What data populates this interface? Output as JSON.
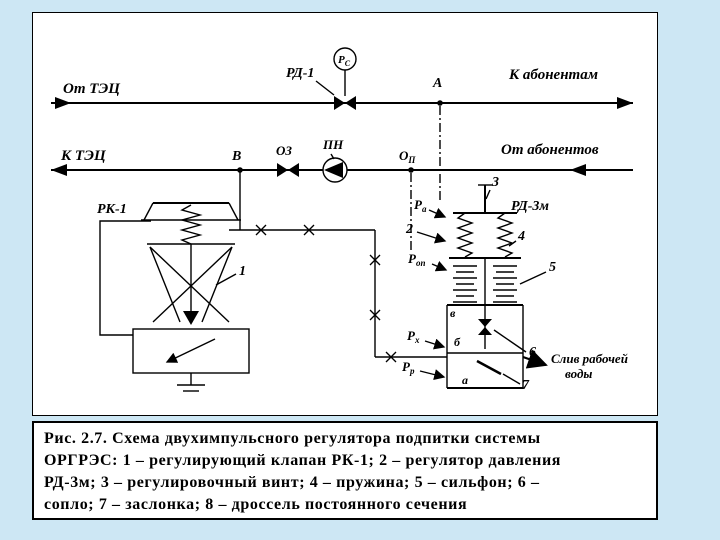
{
  "colors": {
    "background": "#cde7f4",
    "panel": "#ffffff",
    "ink": "#000000"
  },
  "diagram": {
    "labels": {
      "from_tec": "От ТЭЦ",
      "to_tec": "К ТЭЦ",
      "to_abonents": "К абонентам",
      "from_abonents": "От абонентов",
      "rd1": "РД-1",
      "rs": {
        "main": "Р",
        "sub": "С"
      },
      "point_a": "А",
      "point_b": "В",
      "oz": "ОЗ",
      "pn": "ПН",
      "op": {
        "main": "О",
        "sub": "П"
      },
      "rk1": "РК-1",
      "rd3m": "РД-3м",
      "p_a": {
        "main": "Р",
        "sub": "а"
      },
      "p_op": {
        "main": "Р",
        "sub": "оп"
      },
      "p_x": {
        "main": "Р",
        "sub": "х"
      },
      "p_r": {
        "main": "Р",
        "sub": "р"
      },
      "n1": "1",
      "n2": "2",
      "n3": "3",
      "n4": "4",
      "n5": "5",
      "n6": "6",
      "n7": "7",
      "ch_v": "в",
      "ch_b": "б",
      "ch_a": "а",
      "drain_line1": "Слив рабочей",
      "drain_line2": "воды"
    }
  },
  "caption": {
    "lines": [
      "Рис. 2.7. Схема двухимпульсного регулятора подпитки системы",
      "ОРГРЭС: 1 – регулирующий клапан РК-1; 2 – регулятор давления",
      "РД-3м; 3 – регулировочный винт; 4 – пружина; 5 – сильфон; 6 –",
      "сопло; 7 – заслонка; 8 – дроссель постоянного сечения"
    ]
  }
}
